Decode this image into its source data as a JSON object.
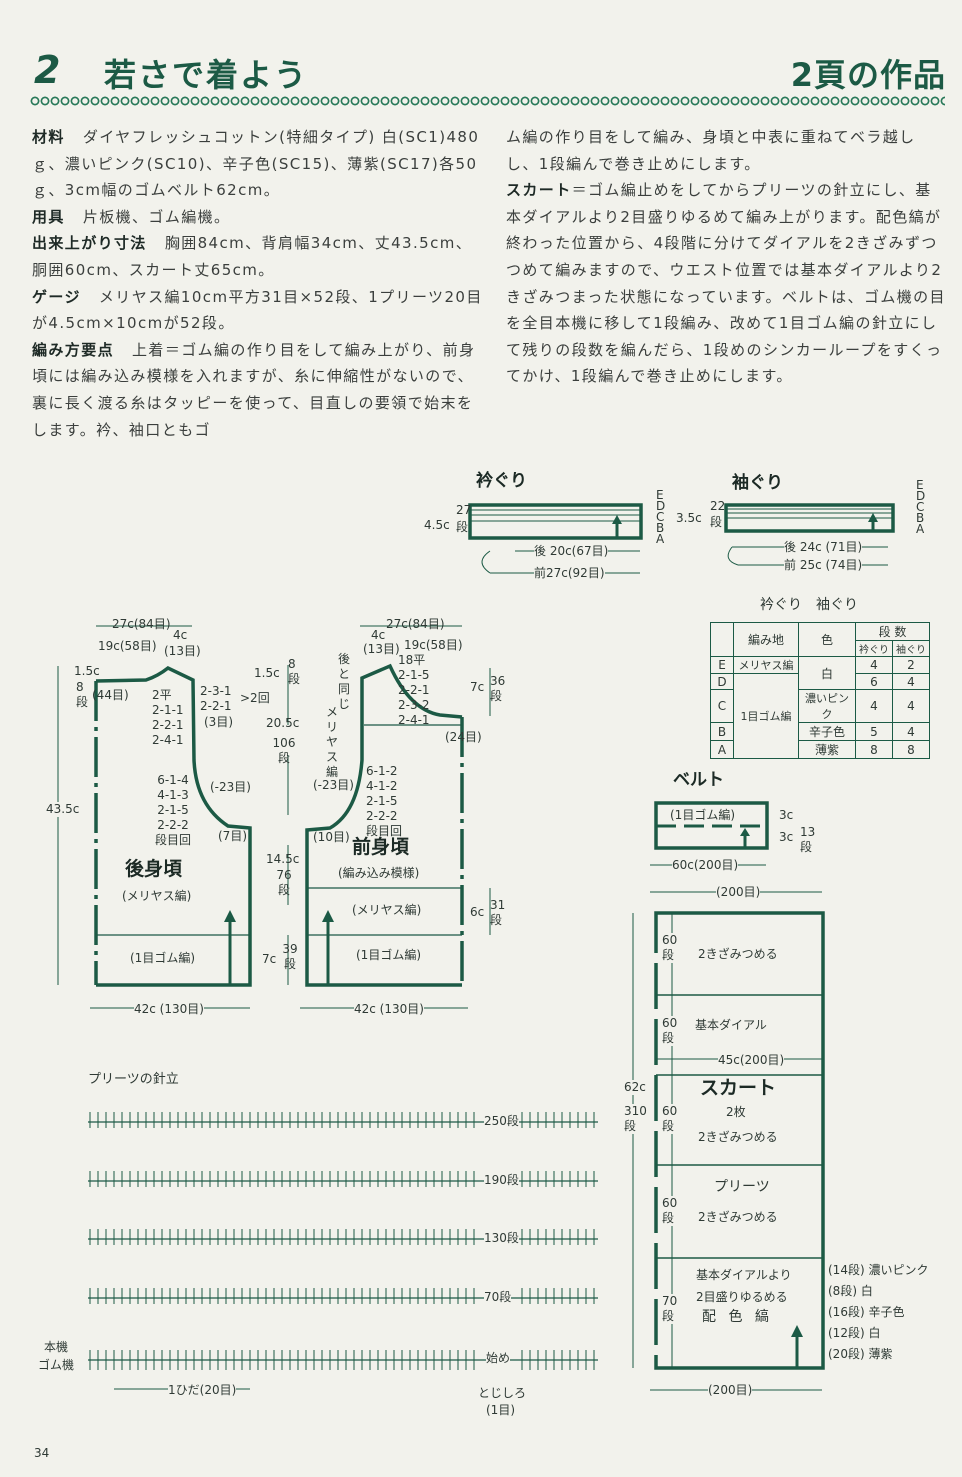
{
  "header": {
    "number": "2",
    "title": "若さで着よう",
    "right": "2頁の作品"
  },
  "instructions": {
    "left": [
      {
        "label": "材料",
        "text": "ダイヤフレッシュコットン(特細タイプ) 白(SC1)480ｇ、濃いピンク(SC10)、辛子色(SC15)、薄紫(SC17)各50ｇ、3cm幅のゴムベルト62cm。"
      },
      {
        "label": "用具",
        "text": "片板機、ゴム編機。"
      },
      {
        "label": "出来上がり寸法",
        "text": "胸囲84cm、背肩幅34cm、丈43.5cm、胴囲60cm、スカート丈65cm。"
      },
      {
        "label": "ゲージ",
        "text": "メリヤス編10cm平方31目×52段、1プリーツ20目が4.5cm×10cmが52段。"
      },
      {
        "label": "編み方要点",
        "text": "上着＝ゴム編の作り目をして編み上がり、前身頃には編み込み模様を入れますが、糸に伸縮性がないので、裏に長く渡る糸はタッピーを使って、目直しの要領で始末をします。衿、袖口ともゴ"
      }
    ],
    "right": [
      {
        "label": "",
        "text": "ム編の作り目をして編み、身頃と中表に重ねてベラ越しし、1段編んで巻き止めにします。"
      },
      {
        "label": "スカート",
        "text": "＝ゴム編止めをしてからプリーツの針立にし、基本ダイアルより2目盛りゆるめて編み上がります。配色縞が終わった位置から、4段階に分けてダイアルを2きざみずつつめて編みますので、ウエスト位置では基本ダイアルより2きざみつまった状態になっています。ベルトは、ゴム機の目を全目本機に移して1段編み、改めて1目ゴム編の針立にして残りの段数を編んだら、1段めのシンカーループをすくってかけ、1段編んで巻き止めにします。"
      }
    ]
  },
  "neck_band": {
    "title": "衿ぐり",
    "rows": "27",
    "height": "4.5c",
    "dan": "段",
    "letters": [
      "E",
      "D",
      "C",
      "B",
      "A"
    ],
    "back": "後 20c(67目)",
    "front": "前27c(92目)"
  },
  "sleeve_band": {
    "title": "袖ぐり",
    "rows": "22",
    "height": "3.5c",
    "dan": "段",
    "letters": [
      "E",
      "D",
      "C",
      "B",
      "A"
    ],
    "back": "後 24c (71目)",
    "front": "前 25c (74目)"
  },
  "stripe_table": {
    "title": "衿ぐり　袖ぐり",
    "headers": {
      "stitch": "編み地",
      "color": "色",
      "rows": "段 数",
      "neck": "衿ぐり",
      "sleeve": "袖ぐり"
    },
    "rows": [
      {
        "key": "E",
        "stitch": "メリヤス編",
        "color": "白",
        "neck": "4",
        "sleeve": "2"
      },
      {
        "key": "D",
        "stitch": "1目ゴム編",
        "color": "",
        "neck": "6",
        "sleeve": "4"
      },
      {
        "key": "C",
        "stitch": "",
        "color": "濃いピンク",
        "neck": "4",
        "sleeve": "4"
      },
      {
        "key": "B",
        "stitch": "",
        "color": "辛子色",
        "neck": "5",
        "sleeve": "4"
      },
      {
        "key": "A",
        "stitch": "",
        "color": "薄紫",
        "neck": "8",
        "sleeve": "8"
      }
    ]
  },
  "back_body": {
    "title": "後身頃",
    "subtitle": "(メリヤス編)",
    "rib": "(1目ゴム編)",
    "width_top": "27c(84目)",
    "neck_half": "19c(58目)",
    "shoulder": "4c",
    "shoulder_st": "(13目)",
    "neck_depth": "1.5c",
    "neck_rows": "8段",
    "neck_st": "(44目)",
    "neck_dec": "2平\n2-1-1\n2-2-1\n2-4-1",
    "shoulder_dec": "2-3-1\n2-2-1",
    "shoulder_rep": ">2回",
    "shoulder_total": "(3目)",
    "armhole_dec": "6-1-4\n4-1-3\n2-1-5\n2-2-2\n段目回",
    "armhole_total": "(-23目)",
    "armhole_bind": "(7目)",
    "length": "43.5c",
    "bottom": "42c (130目)"
  },
  "side_measures": [
    {
      "cm": "1.5c",
      "rows": "8段"
    },
    {
      "cm": "20.5c",
      "rows": "106段"
    },
    {
      "cm": "14.5c",
      "rows": "76段"
    },
    {
      "cm": "7c",
      "rows": "39段"
    }
  ],
  "front_body": {
    "title": "前身頃",
    "subtitle": "(編み込み模様)",
    "stockinette": "(メリヤス編)",
    "rib": "(1目ゴム編)",
    "width_top": "27c(84目)",
    "shoulder": "4c",
    "shoulder_st": "(13目)",
    "neck_half": "19c(58目)",
    "same_as_back": "後と同じ",
    "meriyasu": "メリヤス編",
    "neck_dec": "18平\n2-1-5\n2-2-1\n2-3-2\n2-4-1",
    "neck_depth": "7c",
    "neck_rows": "36段",
    "neck_bind": "(24目)",
    "armhole_total": "(-23目)",
    "armhole_dec": "6-1-2\n4-1-2\n2-1-5\n2-2-2\n段目回",
    "armhole_bind": "(10目)",
    "pattern_cm": "6c",
    "pattern_rows": "31段",
    "bottom": "42c (130目)"
  },
  "belt": {
    "title": "ベルト",
    "rib": "(1目ゴム編)",
    "h1": "3c",
    "h2": "3c",
    "rows": "13段",
    "width": "60c(200目)"
  },
  "skirt": {
    "top": "(200目)",
    "title": "スカート",
    "count": "2枚",
    "width": "45c(200目)",
    "length": "62c",
    "total_rows": "310段",
    "sections": [
      {
        "rows": "60段",
        "text": "2きざみつめる"
      },
      {
        "rows": "60段",
        "text": "基本ダイアル"
      },
      {
        "rows": "60段",
        "text": "2きざみつめる"
      },
      {
        "rows": "60段",
        "text": "2きざみつめる",
        "title": "プリーツ"
      },
      {
        "rows": "70段",
        "text": "基本ダイアルより\n2目盛りゆるめる",
        "title": "配 色 縞"
      }
    ],
    "stripes": [
      "(14段) 濃いピンク",
      "(8段) 白",
      "(16段) 辛子色",
      "(12段) 白",
      "(20段) 薄紫"
    ],
    "bottom": "(200目)"
  },
  "pleats": {
    "title": "プリーツの針立",
    "rows": [
      "250段",
      "190段",
      "130段",
      "70段"
    ],
    "main_bed": "本機",
    "rib_bed": "ゴム機",
    "start": "始め",
    "pleat_width": "1ひだ(20目)",
    "seam": "とじしろ",
    "seam_st": "(1目)"
  },
  "page_number": "34",
  "colors": {
    "ink": "#1c5a45",
    "text": "#3b3f3d",
    "paper": "#f2f2ec"
  }
}
